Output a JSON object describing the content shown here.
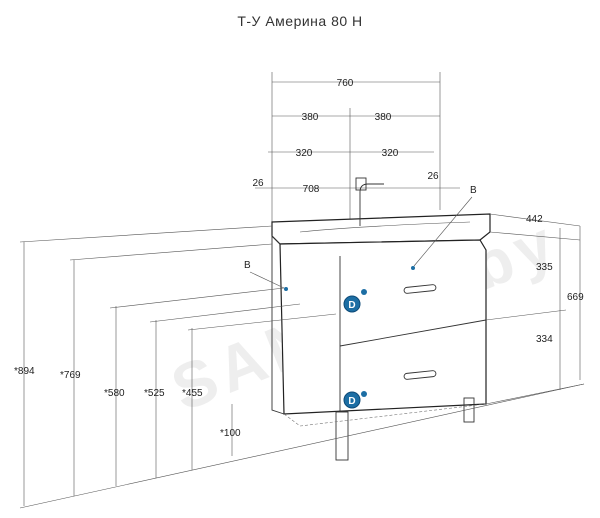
{
  "title": "Т-У Америна 80 Н",
  "watermark": "SANTEH.by",
  "colors": {
    "line": "#333333",
    "marker": "#1c6ea4",
    "marker_dark": "#0d4a77"
  },
  "dimensions": {
    "w760": "760",
    "w380_left": "380",
    "w380_right": "380",
    "w320_left": "320",
    "w320_right": "320",
    "w26_left": "26",
    "w26_right": "26",
    "w708": "708",
    "d442": "442",
    "h335": "335",
    "h334": "334",
    "h669": "669",
    "h894": "*894",
    "h769": "*769",
    "h580": "*580",
    "h525": "*525",
    "h455": "*455",
    "h100": "*100"
  },
  "labels": {
    "b_left": "B",
    "b_right": "B",
    "d_top": "D",
    "d_bottom": "D"
  }
}
